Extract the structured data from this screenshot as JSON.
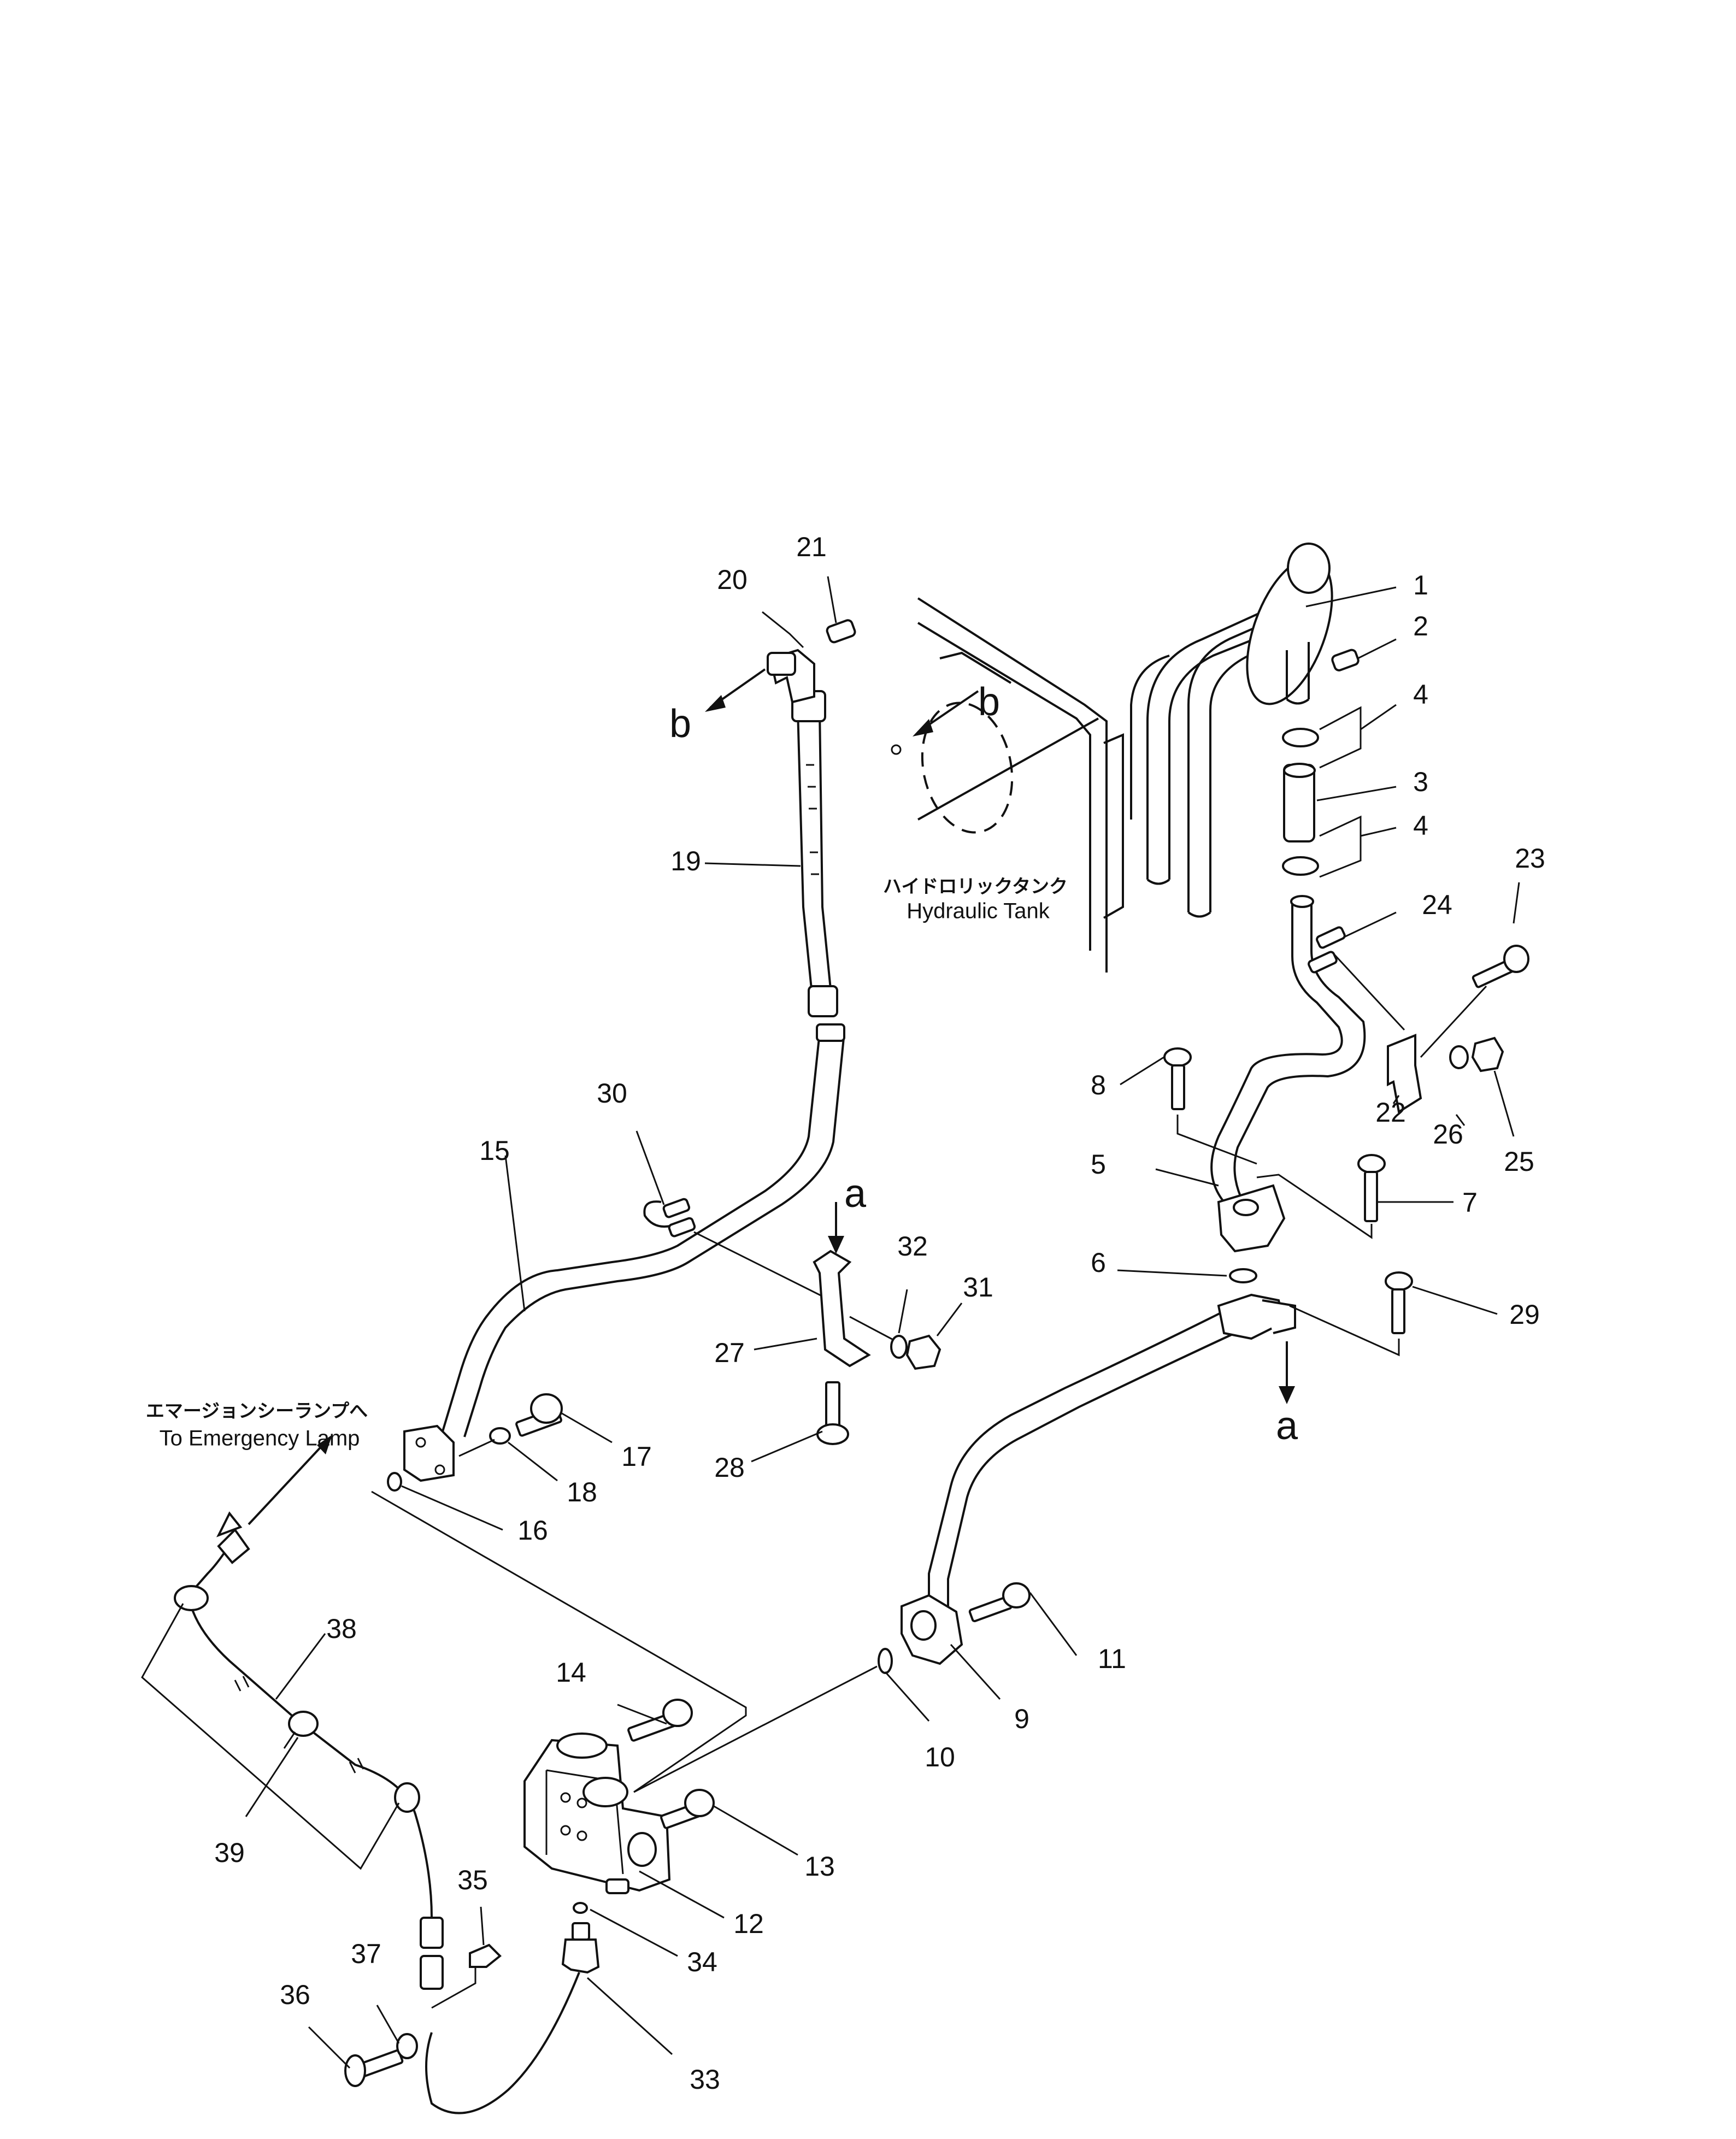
{
  "diagram": {
    "callouts": {
      "tank_jp": "ハイドロリックタンク",
      "tank_en": "Hydraulic Tank",
      "lamp_jp": "エマージョンシーランプへ",
      "lamp_en": "To Emergency Lamp"
    },
    "ref_letters": {
      "b_left": "b",
      "b_tank": "b",
      "a_top": "a",
      "a_bottom": "a"
    },
    "parts": [
      "1",
      "2",
      "3",
      "4",
      "4",
      "5",
      "6",
      "7",
      "8",
      "9",
      "10",
      "11",
      "12",
      "13",
      "14",
      "15",
      "16",
      "17",
      "18",
      "19",
      "20",
      "21",
      "22",
      "23",
      "24",
      "25",
      "26",
      "27",
      "28",
      "29",
      "30",
      "31",
      "32",
      "33",
      "34",
      "35",
      "36",
      "37",
      "38",
      "39"
    ]
  }
}
